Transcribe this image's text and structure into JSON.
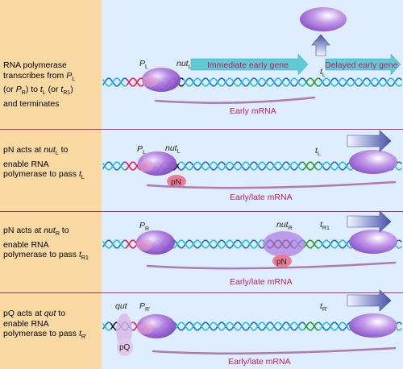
{
  "panels": [
    {
      "description": [
        "RNA polymerase",
        "transcribes from P_L",
        "(or P_R) to t_L (or t_R1)",
        "and terminates"
      ],
      "promoter": {
        "main": "P",
        "sub": "L"
      },
      "site": {
        "main": "nut",
        "sub": "L"
      },
      "terminator": {
        "main": "t",
        "sub": "L"
      },
      "immediate_gene": "Immediate early gene",
      "delayed_gene": "Delayed early gene",
      "mrna": "Early mRNA"
    },
    {
      "description": [
        "pN acts at nut_L to",
        "enable RNA",
        "polymerase to pass t_L"
      ],
      "promoter": {
        "main": "P",
        "sub": "L"
      },
      "site": {
        "main": "nut",
        "sub": "L"
      },
      "terminator": {
        "main": "t",
        "sub": "L"
      },
      "factor": "pN",
      "mrna": "Early/late mRNA"
    },
    {
      "description": [
        "pN acts at nut_R to",
        "enable RNA",
        "polymerase to pass t_R1"
      ],
      "promoter": {
        "main": "P",
        "sub": "R"
      },
      "site": {
        "main": "nut",
        "sub": "R"
      },
      "terminator": {
        "main": "t",
        "sub": "R1"
      },
      "factor": "pN",
      "mrna": "Early/late mRNA"
    },
    {
      "description": [
        "pQ acts at qut to",
        "enable RNA",
        "polymerase to pass t_R'"
      ],
      "site": {
        "main": "qut",
        "sub": ""
      },
      "promoter": {
        "main": "P",
        "sub": "R'"
      },
      "terminator": {
        "main": "t",
        "sub": "R'"
      },
      "factor": "pQ",
      "mrna": "Early/late mRNA"
    }
  ],
  "colors": {
    "left_panel": "#fbd9a3",
    "right_panel": "#dfeefe",
    "separator": "#b0316e",
    "polymerase": "#a266d6",
    "mrna": "#b07ab6",
    "helix_blue": "#1f6fd0",
    "helix_cyan": "#26c1d8",
    "helix_red": "#e6205a",
    "helix_green": "#2f9a3a",
    "helix_black": "#222222",
    "gene_arrow": "#5fcbd4",
    "factor": "#ee7b95"
  }
}
